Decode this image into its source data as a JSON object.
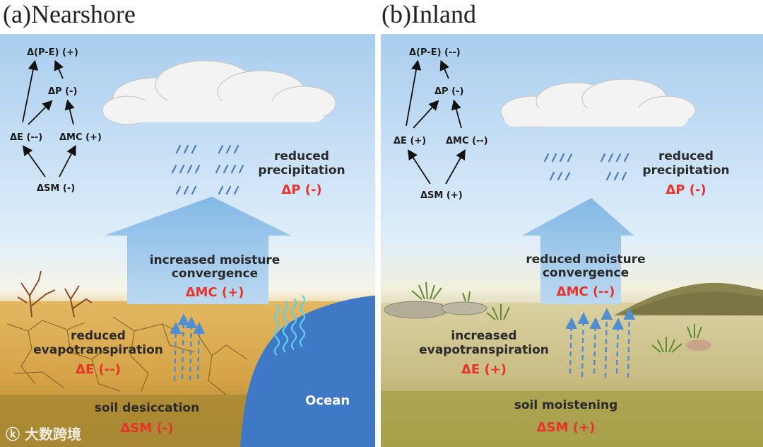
{
  "panel_a": {
    "title": "(a)Nearshore",
    "flow": {
      "pe": "Δ(P-E) (+)",
      "p": "ΔP (-)",
      "e": "ΔE (--)",
      "mc": "ΔMC (+)",
      "sm": "ΔSM (-)"
    },
    "precip": {
      "label1": "reduced",
      "label2": "precipitation",
      "delta": "ΔP (-)"
    },
    "moisture": {
      "label1": "increased moisture",
      "label2": "convergence",
      "delta": "ΔMC (+)"
    },
    "evap": {
      "label1": "reduced",
      "label2": "evapotranspiration",
      "delta": "ΔE (--)"
    },
    "soil": {
      "label": "soil desiccation",
      "delta": "ΔSM (-)"
    },
    "ocean": "Ocean"
  },
  "panel_b": {
    "title": "(b)Inland",
    "flow": {
      "pe": "Δ(P-E) (--)",
      "p": "ΔP (-)",
      "e": "ΔE (+)",
      "mc": "ΔMC (--)",
      "sm": "ΔSM (+)"
    },
    "precip": {
      "label1": "reduced",
      "label2": "precipitation",
      "delta": "ΔP (-)"
    },
    "moisture": {
      "label1": "reduced moisture",
      "label2": "convergence",
      "delta": "ΔMC (--)"
    },
    "evap": {
      "label1": "increased",
      "label2": "evapotranspiration",
      "delta": "ΔE (+)"
    },
    "soil": {
      "label": "soil moistening",
      "delta": "ΔSM (+)"
    }
  },
  "watermark": "大数跨境",
  "colors": {
    "delta_red": "#e8322a",
    "arrow_blue": "#8cc0e8",
    "ocean_blue": "#3f78c4",
    "sky_top": "#a9cdee"
  }
}
